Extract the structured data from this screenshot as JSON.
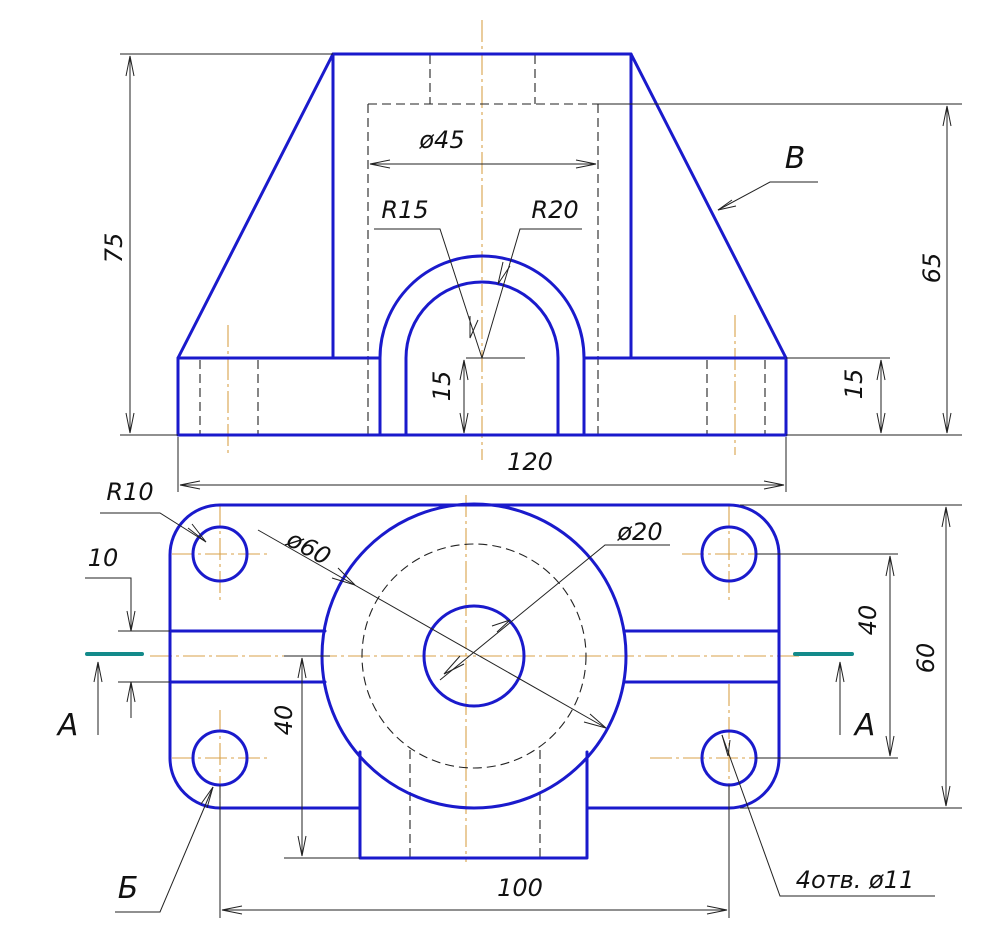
{
  "dims": {
    "height_total": "75",
    "height_bore": "65",
    "base_thickness": "15",
    "arch_height": "15",
    "width_total": "120",
    "bore_diameter": "ø45",
    "inner_radius": "R15",
    "outer_radius": "R20",
    "corner_radius": "R10",
    "hub_diameter": "ø60",
    "hole_diameter": "ø20",
    "offset": "10",
    "rib_width": "40",
    "depth": "60",
    "lug_length": "40",
    "hole_spacing": "100",
    "holes_note": "4отв. ø11"
  },
  "labels": {
    "view_b": "В",
    "section_left": "А",
    "section_right": "А",
    "view_be": "Б"
  },
  "colors": {
    "outline": "#1a1acc",
    "centerline": "#d9a24a",
    "section_mark": "#138a8a"
  }
}
